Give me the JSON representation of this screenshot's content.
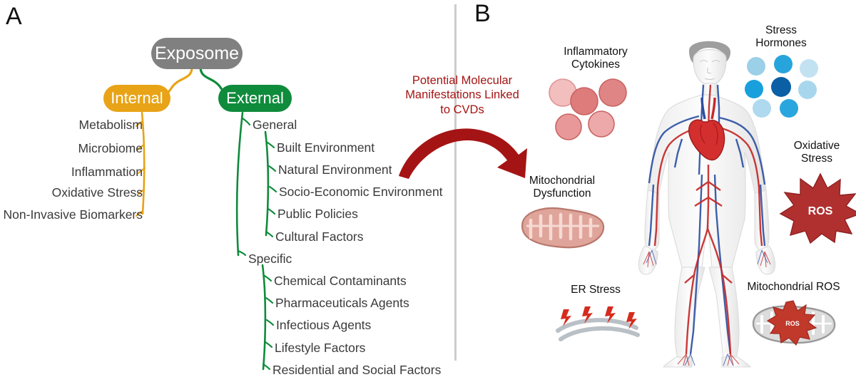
{
  "panels": {
    "a_label": "A",
    "b_label": "B"
  },
  "mindmap": {
    "root": {
      "label": "Exposome",
      "color": "#808080"
    },
    "branches": [
      {
        "id": "internal",
        "label": "Internal",
        "color": "#E8A317",
        "items": [
          {
            "label": "Metabolism"
          },
          {
            "label": "Microbiome"
          },
          {
            "label": "Inflammation"
          },
          {
            "label": "Oxidative Stress"
          },
          {
            "label": "Non-Invasive Biomarkers"
          }
        ]
      },
      {
        "id": "external",
        "label": "External",
        "color": "#0F8B3C",
        "groups": [
          {
            "label": "General",
            "items": [
              {
                "label": "Built Environment"
              },
              {
                "label": "Natural Environment"
              },
              {
                "label": "Socio-Economic Environment"
              },
              {
                "label": "Public Policies"
              },
              {
                "label": "Cultural Factors"
              }
            ]
          },
          {
            "label": "Specific",
            "items": [
              {
                "label": "Chemical Contaminants"
              },
              {
                "label": "Pharmaceuticals Agents"
              },
              {
                "label": "Infectious Agents"
              },
              {
                "label": "Lifestyle Factors"
              },
              {
                "label": "Residential and Social Factors"
              }
            ]
          }
        ]
      }
    ]
  },
  "panel_b": {
    "arrow_caption": "Potential Molecular\nManifestations Linked\nto CVDs",
    "arrow_color": "#A51414",
    "elements": [
      {
        "id": "inflammatory-cytokines",
        "label": "Inflammatory\nCytokines",
        "color": "#E08080"
      },
      {
        "id": "stress-hormones",
        "label": "Stress\nHormones",
        "color": "#2E9BD6"
      },
      {
        "id": "oxidative-stress",
        "label": "Oxidative\nStress",
        "badge": "ROS",
        "color": "#B03030"
      },
      {
        "id": "mitochondrial-dysfunction",
        "label": "Mitochondrial\nDysfunction",
        "color": "#D99A90"
      },
      {
        "id": "er-stress",
        "label": "ER Stress",
        "color": "#C8CDD2"
      },
      {
        "id": "mitochondrial-ros",
        "label": "Mitochondrial ROS",
        "badge": "ROS",
        "color": "#A8A8A8"
      }
    ],
    "human_figure": {
      "name": "human-circulatory-system",
      "artery_color": "#C62828",
      "vein_color": "#2B4FA2",
      "skin_color": "#FAFAFA",
      "heart_color": "#D32F2F"
    }
  }
}
